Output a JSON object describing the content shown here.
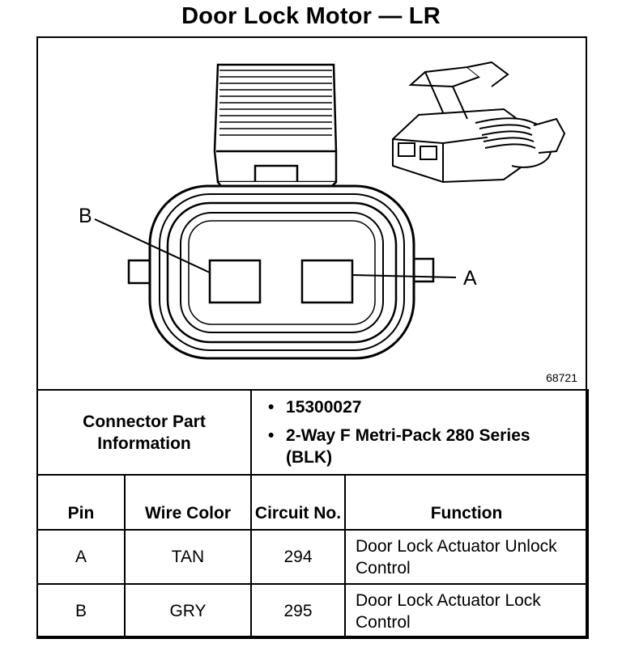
{
  "title": "Door Lock Motor — LR",
  "diagram": {
    "figure_number": "68721",
    "label_b": "B",
    "label_a": "A"
  },
  "connector": {
    "label": "Connector Part Information",
    "bullets": [
      "15300027",
      "2-Way F Metri-Pack 280 Series (BLK)"
    ]
  },
  "table": {
    "headers": {
      "pin": "Pin",
      "wire_color": "Wire Color",
      "circuit_no": "Circuit No.",
      "function": "Function"
    },
    "rows": [
      {
        "pin": "A",
        "wire_color": "TAN",
        "circuit": "294",
        "function": "Door Lock Actuator Unlock Control"
      },
      {
        "pin": "B",
        "wire_color": "GRY",
        "circuit": "295",
        "function": "Door Lock Actuator Lock Control"
      }
    ]
  }
}
